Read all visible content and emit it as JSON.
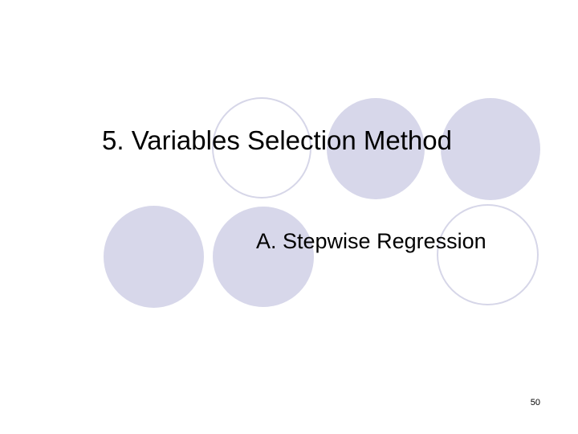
{
  "slide": {
    "title": "5. Variables Selection Method",
    "subtitle": "A. Stepwise Regression",
    "page_number": "50",
    "background_color": "#ffffff",
    "text_color": "#000000"
  },
  "decorations": {
    "circle_fill_color": "#d7d7ea",
    "circle_outline_color": "#d6d6e8",
    "circles": [
      {
        "name": "circle-top-1",
        "style": "outlined"
      },
      {
        "name": "circle-top-2",
        "style": "filled"
      },
      {
        "name": "circle-top-3",
        "style": "filled"
      },
      {
        "name": "circle-bottom-1",
        "style": "filled"
      },
      {
        "name": "circle-bottom-2",
        "style": "filled"
      },
      {
        "name": "circle-bottom-3",
        "style": "outlined"
      }
    ]
  }
}
